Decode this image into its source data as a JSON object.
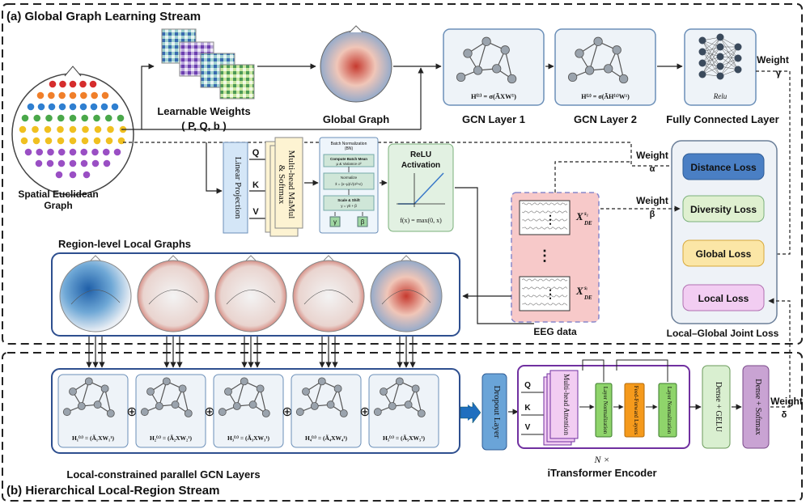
{
  "global_stream": {
    "title": "(a) Global Graph Learning Stream",
    "spatial_graph_label_1": "Spatial Euclidean",
    "spatial_graph_label_2": "Graph",
    "learnable_weights_label_1": "Learnable Weights",
    "learnable_weights_label_2": "( P, Q, b )",
    "global_graph_label": "Global Graph",
    "gcn_layer1_label": "GCN Layer 1",
    "gcn_layer1_formula": "H⁽¹⁾ = σ(ÃXW¹)",
    "gcn_layer2_label": "GCN Layer 2",
    "gcn_layer2_formula": "H⁽²⁾ = σ(ÃH⁽¹⁾W¹)",
    "fc_label": "Fully Connected Layer",
    "fc_inner": "Relu",
    "weight_gamma_1": "Weight",
    "weight_gamma_2": "γ",
    "weight_alpha_1": "Weight",
    "weight_alpha_2": "α",
    "weight_beta_1": "Weight",
    "weight_beta_2": "β",
    "linear_projection": "Linear Projection",
    "q": "Q",
    "k": "K",
    "v": "V",
    "mhm_line1": "Multi-head MaMul",
    "mhm_line2": "& Softmax",
    "bn_title_1": "Batch Normalization",
    "bn_title_2": "(BN)",
    "bn_step1_1": "Compute Batch Mean",
    "bn_step1_2": "μ & Variance σ²",
    "bn_step2_1": "Normalize",
    "bn_step2_2": "x̂ = (x−μ)/√(σ²+ε)",
    "bn_step3_1": "Scale & Shift",
    "bn_step3_2": "y = γx̂ + β",
    "bn_gamma": "γ",
    "bn_beta": "β",
    "relu_title_1": "ReLU",
    "relu_title_2": "Activation",
    "relu_formula": "f(x) = max(0, x)",
    "eeg_label": "EEG data",
    "eeg_x1": "X",
    "eeg_x1_sub": "DE",
    "eeg_x1_sup": "s₁",
    "eeg_xi": "X",
    "eeg_xi_sub": "DE",
    "eeg_xi_sup": "sᵢ",
    "eeg_dots": "⋮",
    "losses": {
      "distance": "Distance Loss",
      "diversity": "Diversity Loss",
      "global": "Global Loss",
      "local": "Local Loss",
      "joint": "Local–Global Joint Loss"
    },
    "region_graphs_label": "Region-level Local Graphs"
  },
  "colors": {
    "distance_loss": "#4a7fc4",
    "diversity_loss": "#dff0d0",
    "global_loss": "#fbe6a6",
    "local_loss": "#f2cdf2",
    "eeg_box": "#f7c9c9",
    "dropout": "#6aa4d8",
    "dense_gelu": "#d9efd0",
    "dense_softmax": "#c9a3d3",
    "layer_norm": "#8fd46b",
    "feed_forward": "#f59a1c",
    "encoder_border": "#7030a0",
    "region_border": "#2e4f8f"
  },
  "local_stream": {
    "title": "(b) Hierarchical Local-Region Stream",
    "parallel_gcn_label": "Local-constrained parallel GCN Layers",
    "formulas": [
      "H₁⁽¹⁾ = (Ã₁XW₁¹)",
      "H₂⁽¹⁾ = (Ã₂XW₂¹)",
      "H₃⁽¹⁾ = (Ã₃XW₃¹)",
      "H₄⁽¹⁾ = (Ã₄XW₄¹)",
      "H₅⁽¹⁾ = (Ã₅XW₅¹)"
    ],
    "plus": "⊕",
    "dropout": "Dropout Layer",
    "encoder_label": "iTransformer Encoder",
    "encoder_repeat": "N ×",
    "q": "Q",
    "k": "K",
    "v": "V",
    "mha": "Multi-head Attention",
    "layer_norm": "Layer Normalization",
    "feed_forward": "Feed-Forward Layers",
    "dense_gelu": "Dense + GELU",
    "dense_softmax": "Dense + Softmax",
    "weight_delta_1": "Weight",
    "weight_delta_2": "δ"
  }
}
